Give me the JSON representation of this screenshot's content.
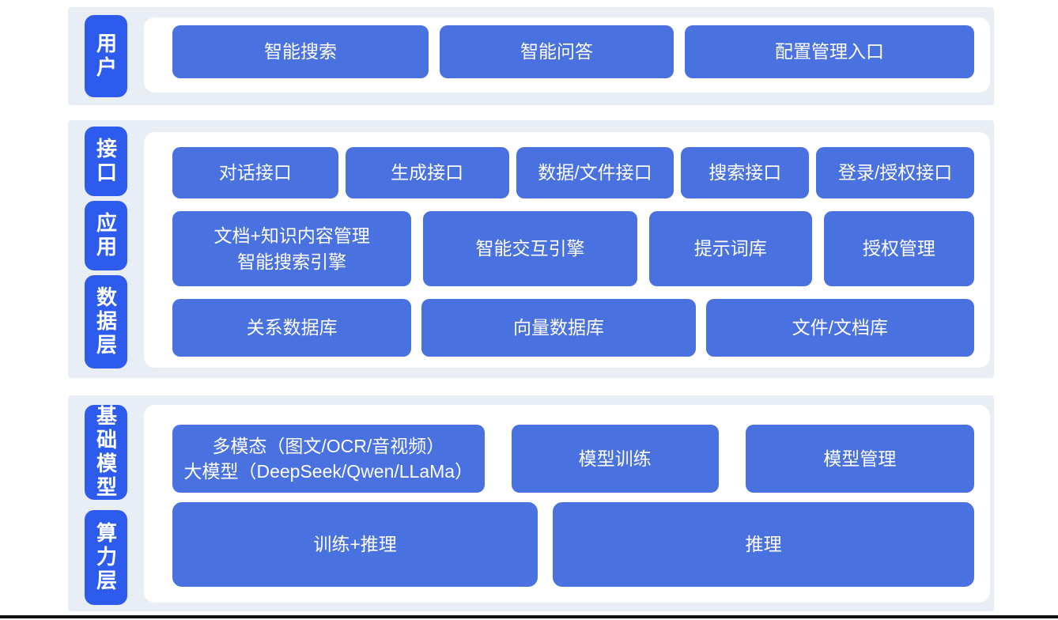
{
  "colors": {
    "band": "#e9eef6",
    "panel": "#ffffff",
    "button_blue": "#4a71e0",
    "label_blue": "#2d5bee",
    "button_text": "#ffffff",
    "bottom_rule": "#111111"
  },
  "layers": {
    "user": {
      "label": "用户",
      "buttons": {
        "smart_search": "智能搜索",
        "smart_qa": "智能问答",
        "config_entry": "配置管理入口"
      }
    },
    "middle": {
      "labels": {
        "interface": "接口",
        "application": "应用",
        "data_layer": "数据层"
      },
      "interface_row": {
        "dialog_api": "对话接口",
        "generation_api": "生成接口",
        "data_file_api": "数据/文件接口",
        "search_api": "搜索接口",
        "login_auth_api": "登录/授权接口"
      },
      "application_row": {
        "doc_knowledge": "文档+知识内容管理\n智能搜索引擎",
        "interactive_engine": "智能交互引擎",
        "prompt_library": "提示词库",
        "auth_management": "授权管理"
      },
      "data_row": {
        "relational_db": "关系数据库",
        "vector_db": "向量数据库",
        "file_doc_store": "文件/文档库"
      }
    },
    "bottom": {
      "labels": {
        "base_model": "基础模型",
        "compute_layer": "算力层"
      },
      "model_row": {
        "multimodal_llm": "多模态（图文/OCR/音视频）\n大模型（DeepSeek/Qwen/LLaMa）",
        "model_training": "模型训练",
        "model_management": "模型管理"
      },
      "compute_row": {
        "training_inference": "训练+推理",
        "inference": "推理"
      }
    }
  }
}
